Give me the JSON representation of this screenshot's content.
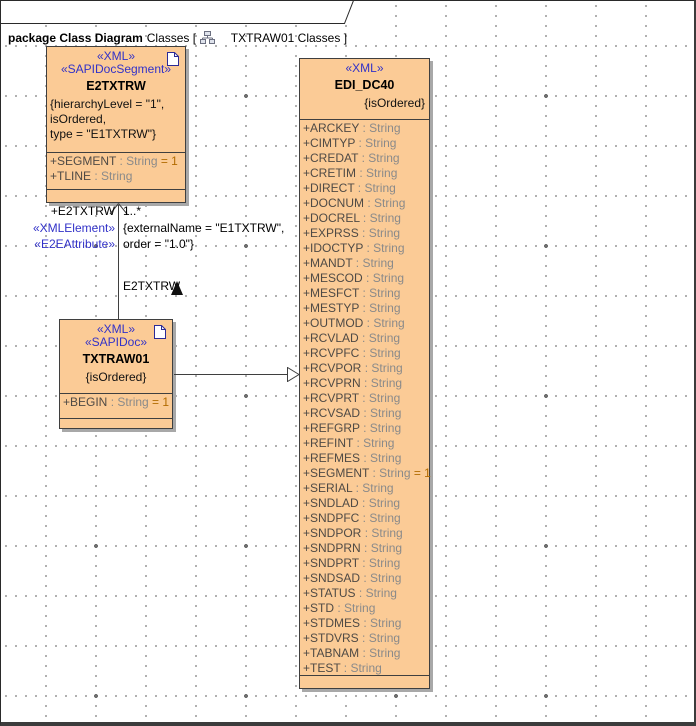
{
  "frame": {
    "header": {
      "keyword_bold": "package Class Diagram",
      "context": "Classes [",
      "diagram_name": "TXTRAW01 Classes ]"
    }
  },
  "colors": {
    "class_fill": "#FBCB96",
    "class_border": "#3F3F3F",
    "stereotype_text": "#3232C8",
    "attribute_name": "#4F4A45",
    "attribute_type": "#8A8A8A",
    "attribute_default": "#B26B00",
    "shadow": "#A8A8A8"
  },
  "classes": {
    "e2txtrw": {
      "stereotypes": [
        "«XML»",
        "«SAPIDocSegment»"
      ],
      "name": "E2TXTRW",
      "constraint_lines": [
        "{hierarchyLevel = \"1\",",
        "isOrdered,",
        "type = \"E1TXTRW\"}"
      ],
      "attributes": [
        {
          "name": "+SEGMENT",
          "type": " : String",
          "default": " = 1"
        },
        {
          "name": "+TLINE",
          "type": " : String",
          "default": ""
        }
      ]
    },
    "txtraw01": {
      "stereotypes": [
        "«XML»",
        "«SAPIDoc»"
      ],
      "name": "TXTRAW01",
      "constraint": "{isOrdered}",
      "attributes": [
        {
          "name": "+BEGIN",
          "type": " : String",
          "default": " = 1"
        }
      ]
    },
    "edi_dc40": {
      "stereotypes": [
        "«XML»"
      ],
      "name": "EDI_DC40",
      "constraint": "{isOrdered}",
      "attributes": [
        {
          "name": "+ARCKEY",
          "type": " : String",
          "default": ""
        },
        {
          "name": "+CIMTYP",
          "type": " : String",
          "default": ""
        },
        {
          "name": "+CREDAT",
          "type": " : String",
          "default": ""
        },
        {
          "name": "+CRETIM",
          "type": " : String",
          "default": ""
        },
        {
          "name": "+DIRECT",
          "type": " : String",
          "default": ""
        },
        {
          "name": "+DOCNUM",
          "type": " : String",
          "default": ""
        },
        {
          "name": "+DOCREL",
          "type": " : String",
          "default": ""
        },
        {
          "name": "+EXPRSS",
          "type": " : String",
          "default": ""
        },
        {
          "name": "+IDOCTYP",
          "type": " : String",
          "default": ""
        },
        {
          "name": "+MANDT",
          "type": " : String",
          "default": ""
        },
        {
          "name": "+MESCOD",
          "type": " : String",
          "default": ""
        },
        {
          "name": "+MESFCT",
          "type": " : String",
          "default": ""
        },
        {
          "name": "+MESTYP",
          "type": " : String",
          "default": ""
        },
        {
          "name": "+OUTMOD",
          "type": " : String",
          "default": ""
        },
        {
          "name": "+RCVLAD",
          "type": " : String",
          "default": ""
        },
        {
          "name": "+RCVPFC",
          "type": " : String",
          "default": ""
        },
        {
          "name": "+RCVPOR",
          "type": " : String",
          "default": ""
        },
        {
          "name": "+RCVPRN",
          "type": " : String",
          "default": ""
        },
        {
          "name": "+RCVPRT",
          "type": " : String",
          "default": ""
        },
        {
          "name": "+RCVSAD",
          "type": " : String",
          "default": ""
        },
        {
          "name": "+REFGRP",
          "type": " : String",
          "default": ""
        },
        {
          "name": "+REFINT",
          "type": " : String",
          "default": ""
        },
        {
          "name": "+REFMES",
          "type": " : String",
          "default": ""
        },
        {
          "name": "+SEGMENT",
          "type": " : String",
          "default": " = 1"
        },
        {
          "name": "+SERIAL",
          "type": " : String",
          "default": ""
        },
        {
          "name": "+SNDLAD",
          "type": " : String",
          "default": ""
        },
        {
          "name": "+SNDPFC",
          "type": " : String",
          "default": ""
        },
        {
          "name": "+SNDPOR",
          "type": " : String",
          "default": ""
        },
        {
          "name": "+SNDPRN",
          "type": " : String",
          "default": ""
        },
        {
          "name": "+SNDPRT",
          "type": " : String",
          "default": ""
        },
        {
          "name": "+SNDSAD",
          "type": " : String",
          "default": ""
        },
        {
          "name": "+STATUS",
          "type": " : String",
          "default": ""
        },
        {
          "name": "+STD",
          "type": " : String",
          "default": ""
        },
        {
          "name": "+STDMES",
          "type": " : String",
          "default": ""
        },
        {
          "name": "+STDVRS",
          "type": " : String",
          "default": ""
        },
        {
          "name": "+TABNAM",
          "type": " : String",
          "default": ""
        },
        {
          "name": "+TEST",
          "type": " : String",
          "default": ""
        }
      ]
    }
  },
  "associations": {
    "e2txtrw_assoc": {
      "role": "+E2TXTRW",
      "multiplicity": "1..*",
      "stereotypes": [
        "«XMLElement»",
        "«E2EAttribute»"
      ],
      "constraint_lines": [
        "{externalName = \"E1TXTRW\",",
        "order = \"1.0\"}"
      ],
      "name": "E2TXTRW"
    }
  }
}
